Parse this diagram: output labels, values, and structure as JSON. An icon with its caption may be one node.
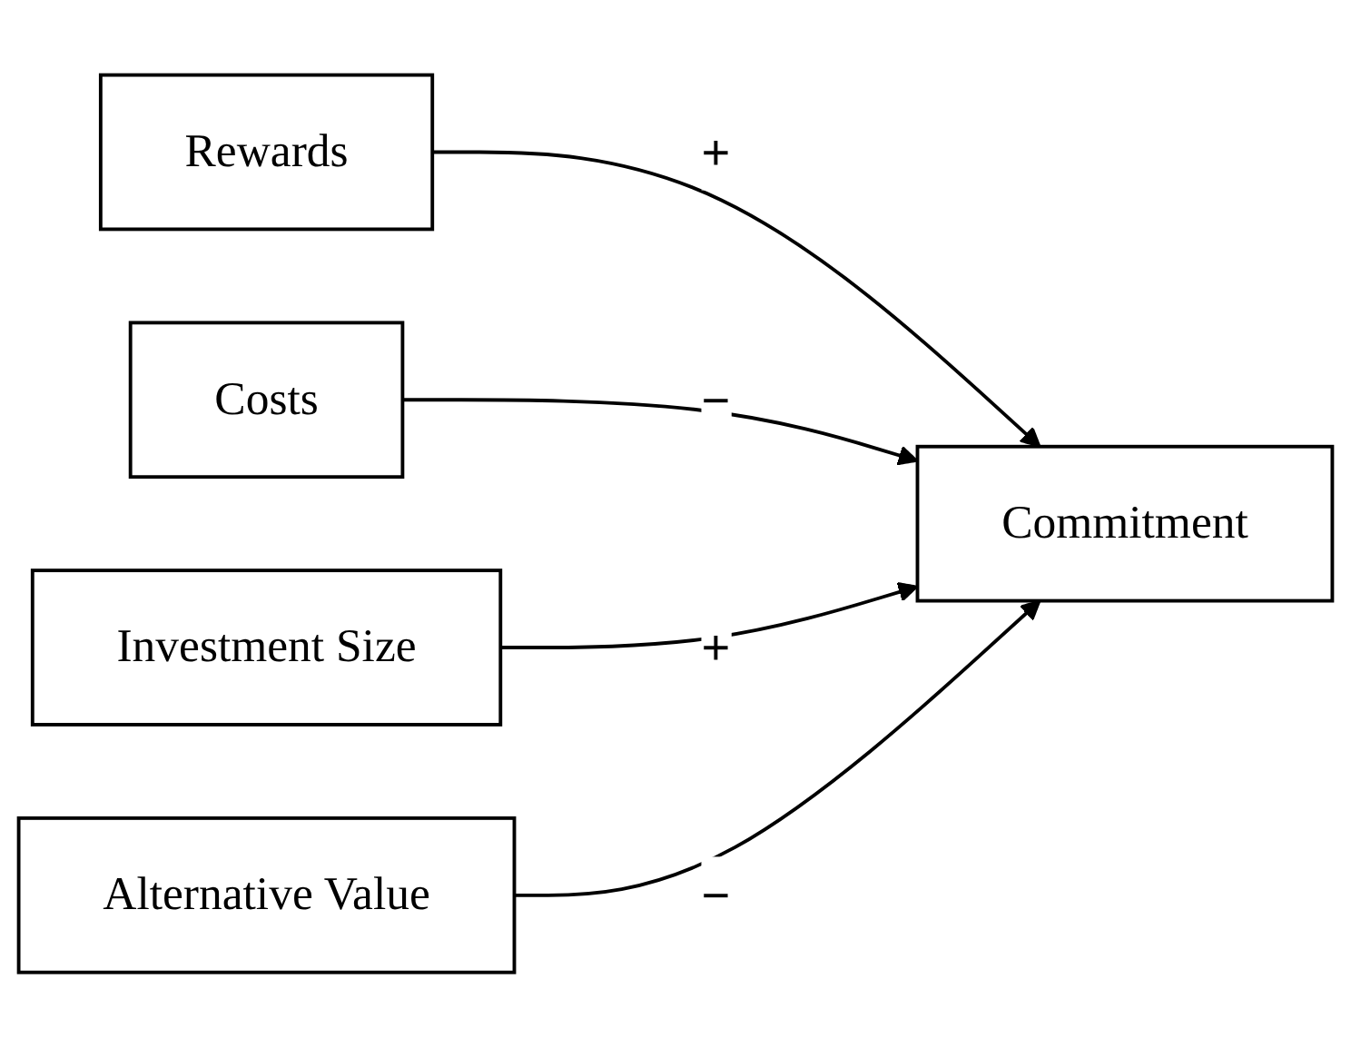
{
  "diagram": {
    "nodes": [
      {
        "text": [
          "Rewards"
        ]
      },
      {
        "text": [
          "Costs"
        ]
      },
      {
        "text": [
          "Investment Size"
        ]
      },
      {
        "text": [
          "Alternative Value"
        ]
      },
      {
        "text": [
          "Commitment"
        ]
      }
    ],
    "edges": [
      {
        "from": 0,
        "to": 4,
        "arrow": "to",
        "label": "+"
      },
      {
        "from": 1,
        "to": 4,
        "arrow": "to",
        "label": "−"
      },
      {
        "from": 2,
        "to": 4,
        "arrow": "to",
        "label": "+"
      },
      {
        "from": 3,
        "to": 4,
        "arrow": "to",
        "label": "−"
      }
    ]
  }
}
